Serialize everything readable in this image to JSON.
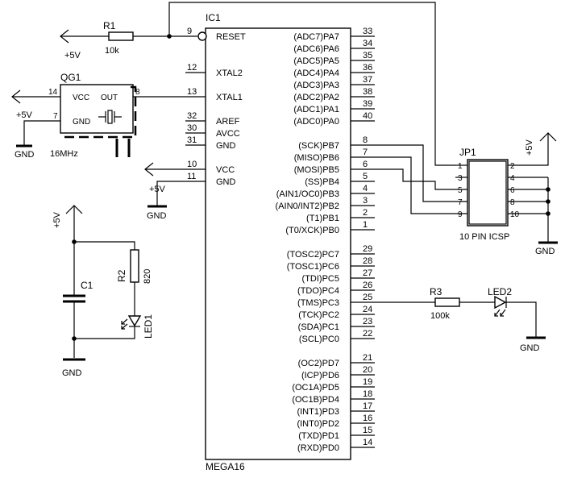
{
  "ic": {
    "ref": "IC1",
    "name": "MEGA16",
    "left_pins": [
      {
        "num": "9",
        "name": "RESET"
      },
      {
        "num": "12",
        "name": "XTAL2"
      },
      {
        "num": "13",
        "name": "XTAL1"
      },
      {
        "num": "32",
        "name": "AREF"
      },
      {
        "num": "30",
        "name": "AVCC"
      },
      {
        "num": "31",
        "name": "GND"
      },
      {
        "num": "10",
        "name": "VCC"
      },
      {
        "num": "11",
        "name": "GND"
      }
    ],
    "right_pins": [
      {
        "num": "33",
        "name": "(ADC7)PA7"
      },
      {
        "num": "34",
        "name": "(ADC6)PA6"
      },
      {
        "num": "35",
        "name": "(ADC5)PA5"
      },
      {
        "num": "36",
        "name": "(ADC4)PA4"
      },
      {
        "num": "37",
        "name": "(ADC3)PA3"
      },
      {
        "num": "38",
        "name": "(ADC2)PA2"
      },
      {
        "num": "39",
        "name": "(ADC1)PA1"
      },
      {
        "num": "40",
        "name": "(ADC0)PA0"
      },
      {
        "num": "8",
        "name": "(SCK)PB7"
      },
      {
        "num": "7",
        "name": "(MISO)PB6"
      },
      {
        "num": "6",
        "name": "(MOSI)PB5"
      },
      {
        "num": "5",
        "name": "(SS)PB4"
      },
      {
        "num": "4",
        "name": "(AIN1/OC0)PB3"
      },
      {
        "num": "3",
        "name": "(AIN0/INT2)PB2"
      },
      {
        "num": "2",
        "name": "(T1)PB1"
      },
      {
        "num": "1",
        "name": "(T0/XCK)PB0"
      },
      {
        "num": "29",
        "name": "(TOSC2)PC7"
      },
      {
        "num": "28",
        "name": "(TOSC1)PC6"
      },
      {
        "num": "27",
        "name": "(TDI)PC5"
      },
      {
        "num": "26",
        "name": "(TDO)PC4"
      },
      {
        "num": "25",
        "name": "(TMS)PC3"
      },
      {
        "num": "24",
        "name": "(TCK)PC2"
      },
      {
        "num": "23",
        "name": "(SDA)PC1"
      },
      {
        "num": "22",
        "name": "(SCL)PC0"
      },
      {
        "num": "21",
        "name": "(OC2)PD7"
      },
      {
        "num": "20",
        "name": "(ICP)PD6"
      },
      {
        "num": "19",
        "name": "(OC1A)PD5"
      },
      {
        "num": "18",
        "name": "(OC1B)PD4"
      },
      {
        "num": "17",
        "name": "(INT1)PD3"
      },
      {
        "num": "16",
        "name": "(INT0)PD2"
      },
      {
        "num": "15",
        "name": "(TXD)PD1"
      },
      {
        "num": "14",
        "name": "(RXD)PD0"
      }
    ]
  },
  "oscillator": {
    "ref": "QG1",
    "freq": "16MHz",
    "pin_vcc": "VCC",
    "pin_out": "OUT",
    "pin_gnd": "GND",
    "pin14": "14",
    "pin7": "7",
    "pin8": "8"
  },
  "r1": {
    "ref": "R1",
    "value": "10k"
  },
  "r2": {
    "ref": "R2",
    "value": "820"
  },
  "r3": {
    "ref": "R3",
    "value": "100k"
  },
  "c1": {
    "ref": "C1"
  },
  "led1": {
    "ref": "LED1"
  },
  "led2": {
    "ref": "LED2"
  },
  "jp1": {
    "ref": "JP1",
    "label": "10 PIN ICSP",
    "pins": [
      "1",
      "2",
      "3",
      "4",
      "5",
      "6",
      "7",
      "8",
      "9",
      "10"
    ]
  },
  "labels": {
    "vcc": "+5V",
    "gnd": "GND"
  }
}
